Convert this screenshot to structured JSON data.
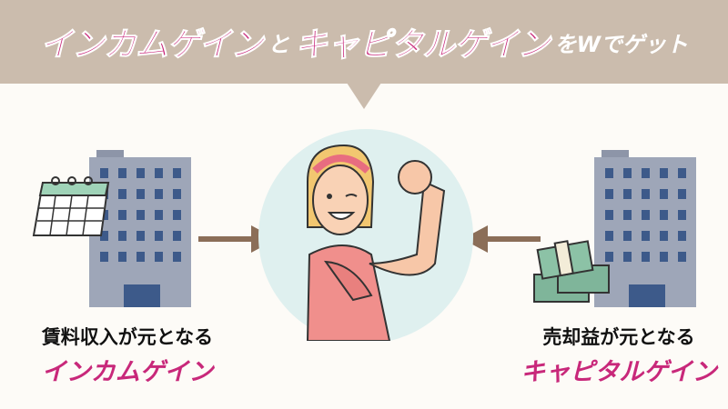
{
  "header": {
    "title_part1": "インカムゲイン",
    "connector": "と",
    "title_part2": "キャピタルゲイン",
    "suffix": "をWでゲット"
  },
  "left": {
    "line1": "賃料収入が元となる",
    "line2": "インカムゲイン"
  },
  "right": {
    "line1": "売却益が元となる",
    "line2": "キャピタルゲイン"
  },
  "colors": {
    "accent": "#c8287a",
    "header_bg": "#cbbcad",
    "arrow": "#8b6e58",
    "background": "#fdfbf7"
  }
}
